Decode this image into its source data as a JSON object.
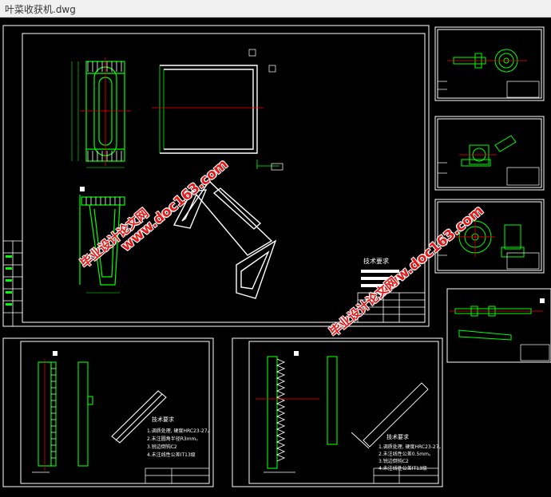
{
  "window": {
    "title": "叶菜收获机.dwg"
  },
  "tech_notes": {
    "main_title": "技术要求",
    "left_title": "技术要求",
    "left_lines": [
      "1.调质处理, 硬度HRC23-27。",
      "2.未注圆角半径R3mm。",
      "3.锐边倒钝C2",
      "4.未注线性公差IT13级"
    ],
    "mid_title": "技术要求",
    "mid_lines": [
      "1.调质处理, 硬度HRC23-27。",
      "2.未注线性公差0.5mm。",
      "3.锐边倒钝C2",
      "4.未注线性公差IT13级"
    ]
  },
  "watermarks": {
    "site": "www.doc163.com",
    "cn": "毕业设计论文网"
  },
  "colors": {
    "border": "#ffffff",
    "part": "#00ff00",
    "center": "#ff0000",
    "dim": "#00ffff",
    "mark": "#ffff00",
    "watermark": "#e31a1a"
  }
}
